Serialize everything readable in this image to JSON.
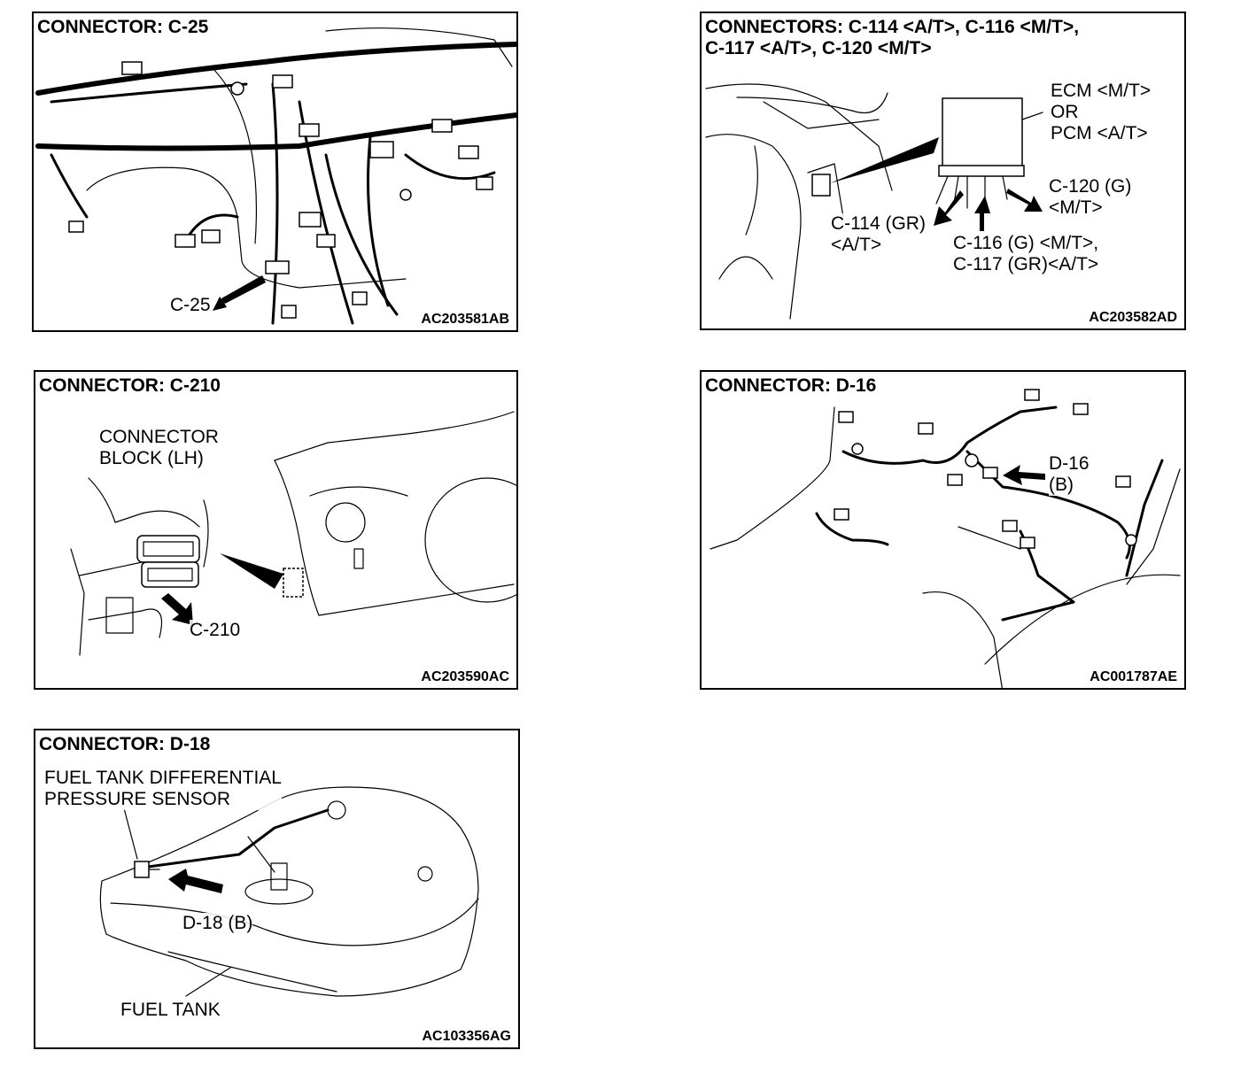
{
  "panels": {
    "c25": {
      "title": "CONNECTOR: C-25",
      "code": "AC203581AB",
      "labels": [
        "C-25"
      ]
    },
    "c114": {
      "title": "CONNECTORS: C-114 <A/T>, C-116 <M/T>,\nC-117 <A/T>, C-120 <M/T>",
      "code": "AC203582AD",
      "labels": [
        "ECM <M/T>\nOR\nPCM <A/T>",
        "C-120 (G)\n<M/T>",
        "C-114 (GR)\n<A/T>",
        "C-116 (G) <M/T>,\nC-117 (GR)<A/T>"
      ]
    },
    "c210": {
      "title": "CONNECTOR: C-210",
      "code": "AC203590AC",
      "labels": [
        "CONNECTOR\nBLOCK (LH)",
        "C-210"
      ]
    },
    "d16": {
      "title": "CONNECTOR: D-16",
      "code": "AC001787AE",
      "labels": [
        "D-16\n(B)"
      ]
    },
    "d18": {
      "title": "CONNECTOR: D-18",
      "code": "AC103356AG",
      "labels": [
        "FUEL TANK DIFFERENTIAL\nPRESSURE SENSOR",
        "D-18 (B)",
        "FUEL TANK"
      ]
    }
  }
}
